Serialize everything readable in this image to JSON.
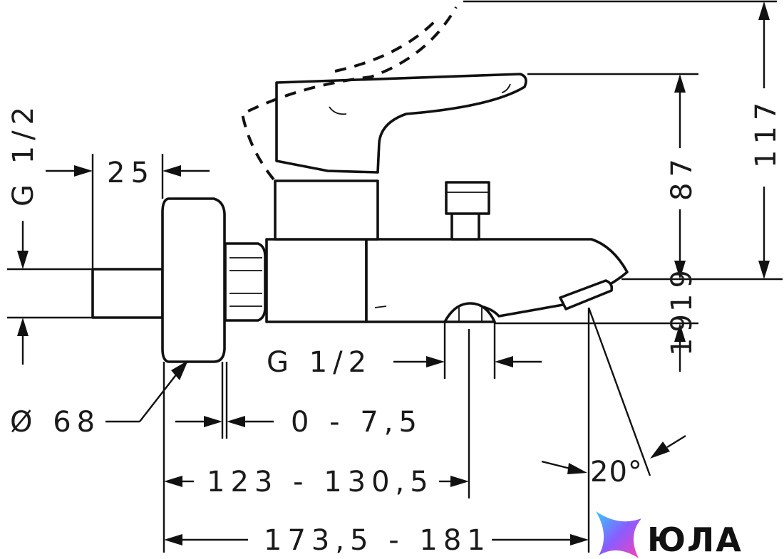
{
  "dimensions": {
    "inlet_thread_left": "G 1/2",
    "wall_offset": "25",
    "rosette_diameter": "Ø 68",
    "rosette_adjust": "0 - 7,5",
    "outlet_thread": "G 1/2",
    "projection_to_outlet": "123 - 130,5",
    "projection_total": "173,5 - 181",
    "height_total": "117",
    "height_lever": "87",
    "height_spout": "19",
    "height_spout_bottom": "19",
    "spout_angle": "20°"
  },
  "watermark": {
    "text": "ЮЛА"
  },
  "colors": {
    "line": "#111111",
    "background": "#ffffff"
  }
}
